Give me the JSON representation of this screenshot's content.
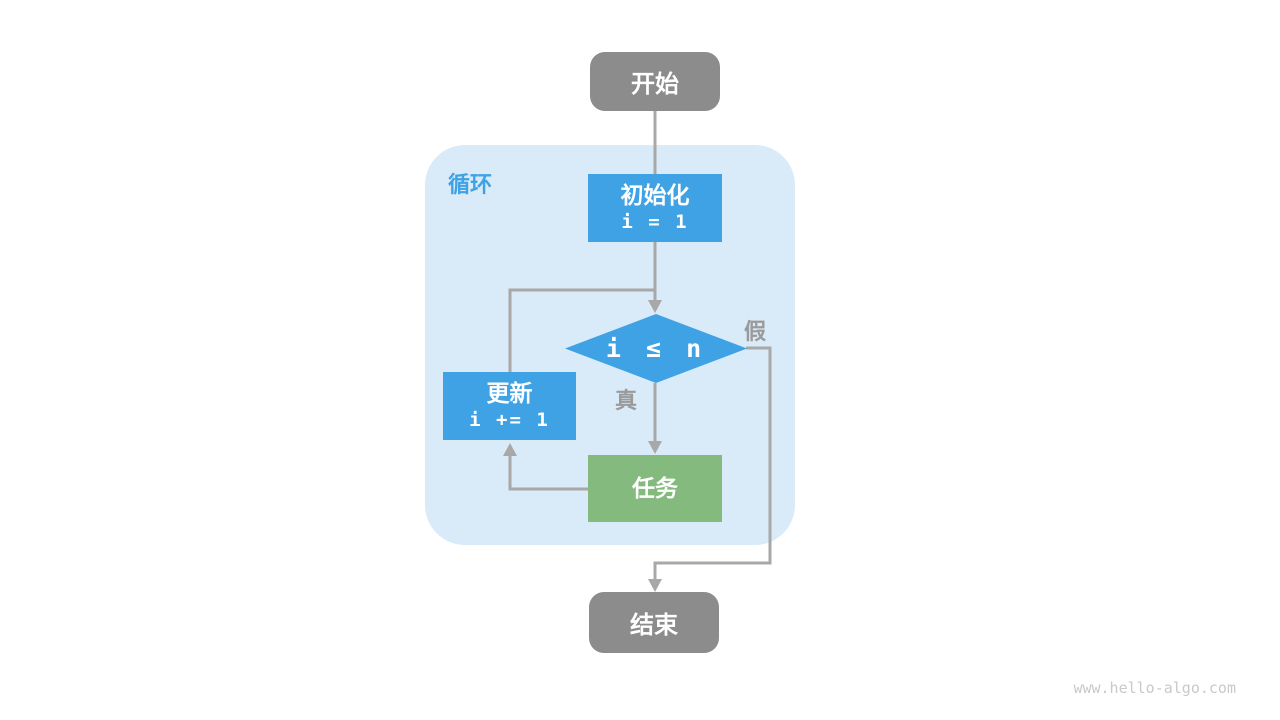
{
  "page": {
    "watermark": "www.hello-algo.com",
    "background": "#ffffff"
  },
  "colors": {
    "terminal_gray": "#8c8c8c",
    "accent_blue": "#3fa2e5",
    "task_green": "#85ba7e",
    "loop_container_blue": "#d9eaf8",
    "connector_gray": "#a8a8a8",
    "branch_label_gray": "#9a9a9a",
    "node_text_white": "#ffffff",
    "watermark_gray": "#c9c9c9"
  },
  "flowchart": {
    "loop_container_label": "循环",
    "nodes": {
      "start": {
        "label": "开始"
      },
      "init": {
        "label": "初始化",
        "code": "i = 1"
      },
      "condition": {
        "label": "i ≤ n"
      },
      "update": {
        "label": "更新",
        "code": "i += 1"
      },
      "task": {
        "label": "任务"
      },
      "end": {
        "label": "结束"
      }
    },
    "branch_labels": {
      "false_branch": "假",
      "true_branch": "真"
    }
  }
}
